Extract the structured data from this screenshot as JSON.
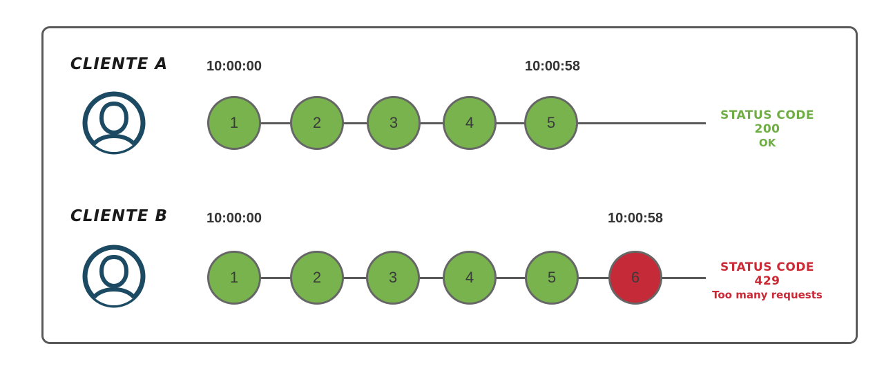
{
  "colors": {
    "circle_green": "#78B34E",
    "circle_red": "#C42A38",
    "status_green": "#6FAE44",
    "status_red": "#CC2936",
    "stroke_gray": "#666666",
    "line_gray": "#595959",
    "frame_border": "#595959",
    "time_text": "#333333",
    "client_text": "#1A1A1A",
    "avatar_navy": "#1C4A63"
  },
  "rows": {
    "a": {
      "client_label": "CLIENTE A",
      "start_time": "10:00:00",
      "end_time": "10:00:58",
      "requests": [
        "1",
        "2",
        "3",
        "4",
        "5"
      ],
      "status_code": "STATUS CODE 200",
      "status_message": "OK"
    },
    "b": {
      "client_label": "CLIENTE B",
      "start_time": "10:00:00",
      "end_time": "10:00:58",
      "requests": [
        "1",
        "2",
        "3",
        "4",
        "5",
        "6"
      ],
      "status_code": "STATUS CODE 429",
      "status_message": "Too many requests"
    }
  },
  "icons": {
    "avatar": "user-avatar-icon"
  }
}
